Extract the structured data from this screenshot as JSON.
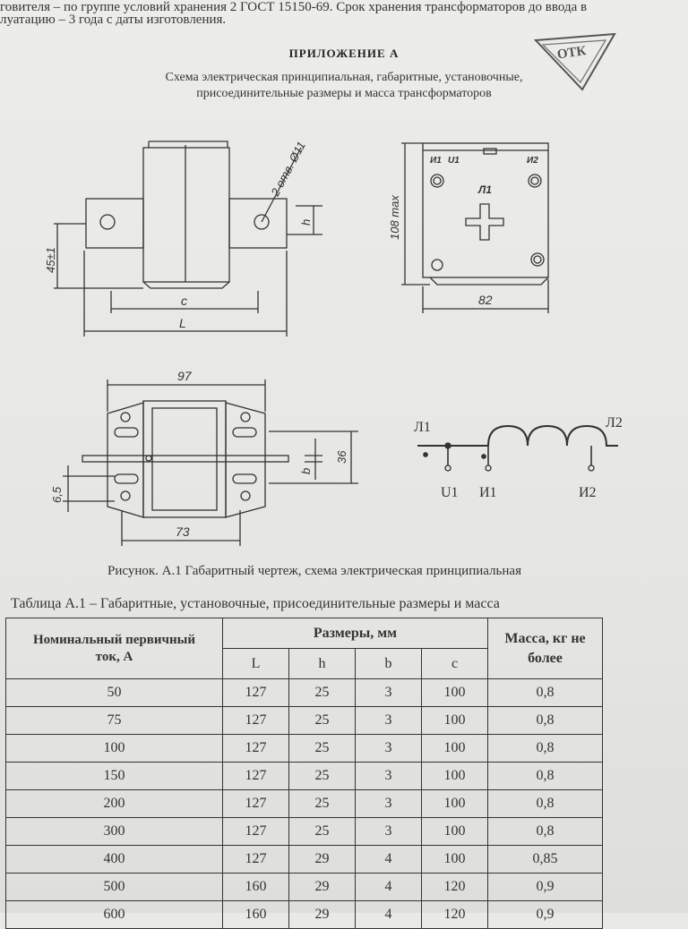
{
  "header_lines": [
    "говителя – по группе условий хранения 2 ГОСТ 15150-69. Срок хранения трансформаторов до ввода в",
    "луатацию – 3 года с даты изготовления."
  ],
  "appendix_title": "ПРИЛОЖЕНИЕ А",
  "subtitle_lines": [
    "Схема электрическая  принципиальная, габаритные, установочные,",
    "присоединительные размеры и масса трансформаторов"
  ],
  "stamp_text": "ОТК",
  "drawing": {
    "front": {
      "holes": "2 отв. Ø11",
      "h": "h",
      "height": "45±1",
      "c": "c",
      "L": "L"
    },
    "side": {
      "terminals": [
        "И1",
        "U1",
        "И2"
      ],
      "mark": "Л1",
      "height": "108 max",
      "width": "82"
    },
    "top": {
      "width": "97",
      "depth": "36",
      "b": "b",
      "gap": "6,5",
      "base": "73"
    },
    "schematic": {
      "L1": "Л1",
      "L2": "Л2",
      "U1": "U1",
      "I1": "И1",
      "I2": "И2"
    }
  },
  "figure_caption": "Рисунок. А.1   Габаритный чертеж, схема электрическая принципиальная",
  "table_caption": "Таблица А.1 – Габаритные, установочные, присоединительные размеры и масса",
  "table": {
    "col_current": "Номинальный первичный ток, А",
    "col_sizes": "Размеры,  мм",
    "col_mass": "Масса, кг не более",
    "sub_cols": [
      "L",
      "h",
      "b",
      "c"
    ],
    "rows": [
      [
        "50",
        "127",
        "25",
        "3",
        "100",
        "0,8"
      ],
      [
        "75",
        "127",
        "25",
        "3",
        "100",
        "0,8"
      ],
      [
        "100",
        "127",
        "25",
        "3",
        "100",
        "0,8"
      ],
      [
        "150",
        "127",
        "25",
        "3",
        "100",
        "0,8"
      ],
      [
        "200",
        "127",
        "25",
        "3",
        "100",
        "0,8"
      ],
      [
        "300",
        "127",
        "25",
        "3",
        "100",
        "0,8"
      ],
      [
        "400",
        "127",
        "29",
        "4",
        "100",
        "0,85"
      ],
      [
        "500",
        "160",
        "29",
        "4",
        "120",
        "0,9"
      ],
      [
        "600",
        "160",
        "29",
        "4",
        "120",
        "0,9"
      ]
    ]
  }
}
